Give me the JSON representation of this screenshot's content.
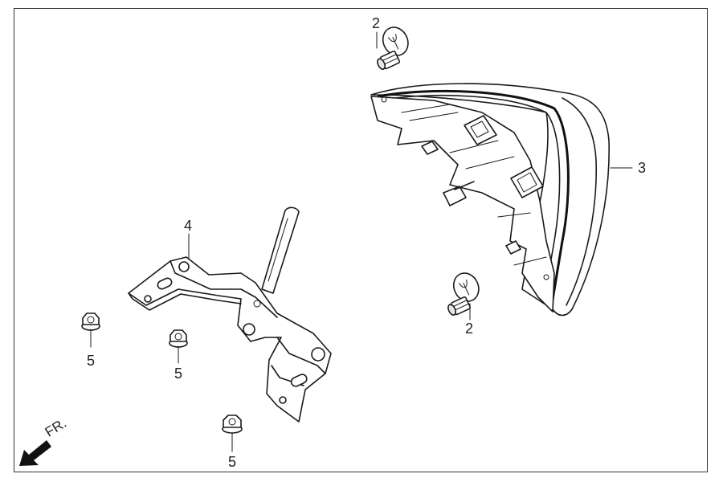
{
  "callouts": {
    "bulb_top": "2",
    "bulb_bottom": "2",
    "tail_lamp": "3",
    "bracket": "4",
    "nut_left": "5",
    "nut_middle": "5",
    "nut_bottom": "5"
  },
  "direction": {
    "label": "FR."
  },
  "colors": {
    "line": "#1a1a1a",
    "background": "#ffffff"
  }
}
